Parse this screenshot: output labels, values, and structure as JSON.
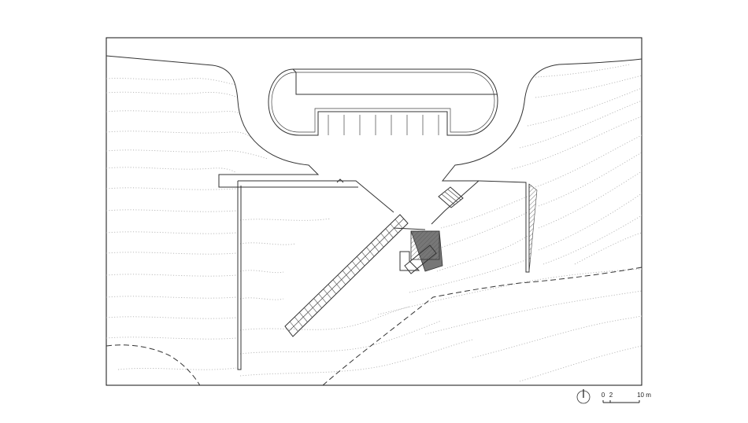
{
  "scale_bar": {
    "label_0": "0",
    "label_2": "2",
    "label_10": "10 m"
  },
  "north_arrow": {
    "icon": "north-arrow-icon"
  }
}
